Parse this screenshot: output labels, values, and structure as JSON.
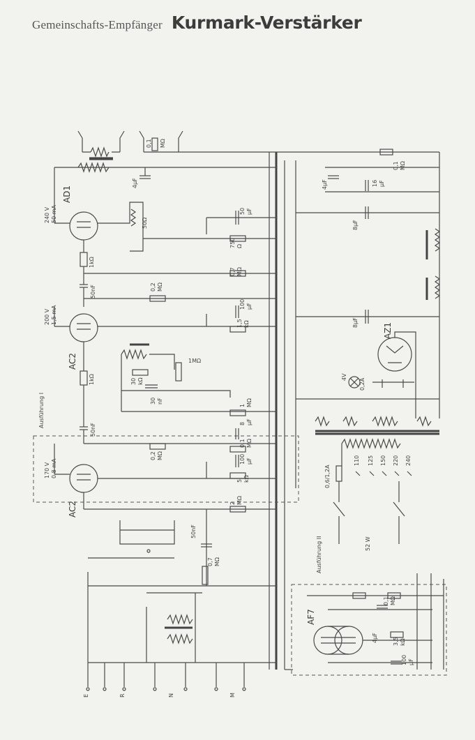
{
  "header": {
    "subtitle": "Gemeinschafts-Empfänger",
    "title": "Kurmark-Verstärker"
  },
  "tubes": {
    "ad1": "AD1",
    "ac2_upper": "AC2",
    "ac2_lower": "AC2",
    "az1": "AZ1",
    "af7": "AF7"
  },
  "variants": {
    "variant_1": "Ausführung I",
    "variant_2": "Ausführung II"
  },
  "labels": {
    "ad1_operating": [
      "240 V",
      "50 mA"
    ],
    "ac2_upper_operating": [
      "200 V",
      "1,5 mA"
    ],
    "ac2_lower_operating": [
      "170 V",
      "0,8 mA"
    ],
    "r_0_1_mohm": [
      "0,1",
      "MΩ"
    ],
    "c_4uf_top": "4µF",
    "r_50ohm": "50Ω",
    "r_1kohm_ad1": "1kΩ",
    "c_50nf_1": "50nF",
    "c_50uf": [
      "50",
      "µF"
    ],
    "r_750ohm": [
      "750",
      "Ω"
    ],
    "r_0_7mohm": [
      "0,7",
      "MΩ"
    ],
    "r_0_2mohm": [
      "0,2",
      "MΩ"
    ],
    "r_1_5kohm": [
      "1,5",
      "kΩ"
    ],
    "c_100uf": [
      "100",
      "µF"
    ],
    "r_1kohm_ac2": "1kΩ",
    "pot_1mohm": "1MΩ",
    "r_30kohm": [
      "30",
      "kΩ"
    ],
    "c_30nf": [
      "30",
      "nF"
    ],
    "c_50nf_2": "50nF",
    "r_1mohm": [
      "1",
      "MΩ"
    ],
    "c_8uf": [
      "8",
      "µF"
    ],
    "r_0_1mohm_b": [
      "0,1",
      "MΩ"
    ],
    "r_0_2mohm_b": [
      "0,2",
      "MΩ"
    ],
    "r_5kohm": [
      "5",
      "kΩ"
    ],
    "c_100uf_b": [
      "100",
      "µF"
    ],
    "r_2mohm": [
      "2",
      "MΩ"
    ],
    "c_50nf_3": "50nF",
    "pot_0_7mohm": [
      "0,7",
      "MΩ"
    ],
    "c_4uf_mid": "4µF",
    "c_16uf": [
      "16",
      "µF"
    ],
    "c_8uf_b": "8µF",
    "c_8uf_c": "8µF",
    "r_0_1mohm_c": [
      "0,1",
      "MΩ"
    ],
    "lamp": [
      "4V",
      "0,2A"
    ],
    "fuse": "0,6/1,2A",
    "taps": [
      "110",
      "125",
      "150",
      "220",
      "240"
    ],
    "power": "52 W",
    "af7_c_4uf": "4µF",
    "af7_r_3_5kohm": [
      "3,5",
      "kΩ"
    ],
    "af7_c_100uf": [
      "100",
      "µF"
    ],
    "af7_r_0_1mohm": [
      "0,1",
      "MΩ"
    ],
    "inputs": [
      "E",
      "R",
      "N",
      "M"
    ]
  }
}
